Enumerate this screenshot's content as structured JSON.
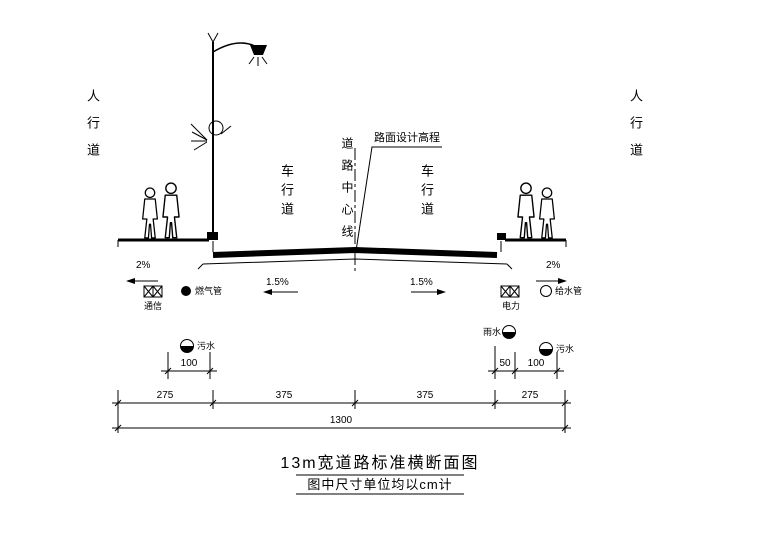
{
  "drawing": {
    "sidewalk_left": "人行道",
    "sidewalk_right": "人行道",
    "carriageway_left": "车行道",
    "carriageway_right": "车行道",
    "road_centerline": "道路中心线",
    "pavement_design_elevation": "路面设计高程",
    "slope_sidewalk_left": "2%",
    "slope_sidewalk_right": "2%",
    "slope_lane_left": "1.5%",
    "slope_lane_right": "1.5%"
  },
  "utilities": {
    "communication": "通信",
    "gas_pipe": "燃气管",
    "sewage_left": "污水",
    "power": "电力",
    "water_pipe": "给水管",
    "rain_water": "雨水",
    "sewage_right": "污水"
  },
  "dimensions": {
    "sewage_left_offset": "100",
    "rain_offset": "50",
    "sewage_right_offset": "100",
    "sidewalk_left": "275",
    "lane_left": "375",
    "lane_right": "375",
    "sidewalk_right": "275",
    "total": "1300"
  },
  "title": {
    "name": "13m宽道路标准横断面图",
    "unit_note": "图中尺寸单位均以cm计"
  }
}
